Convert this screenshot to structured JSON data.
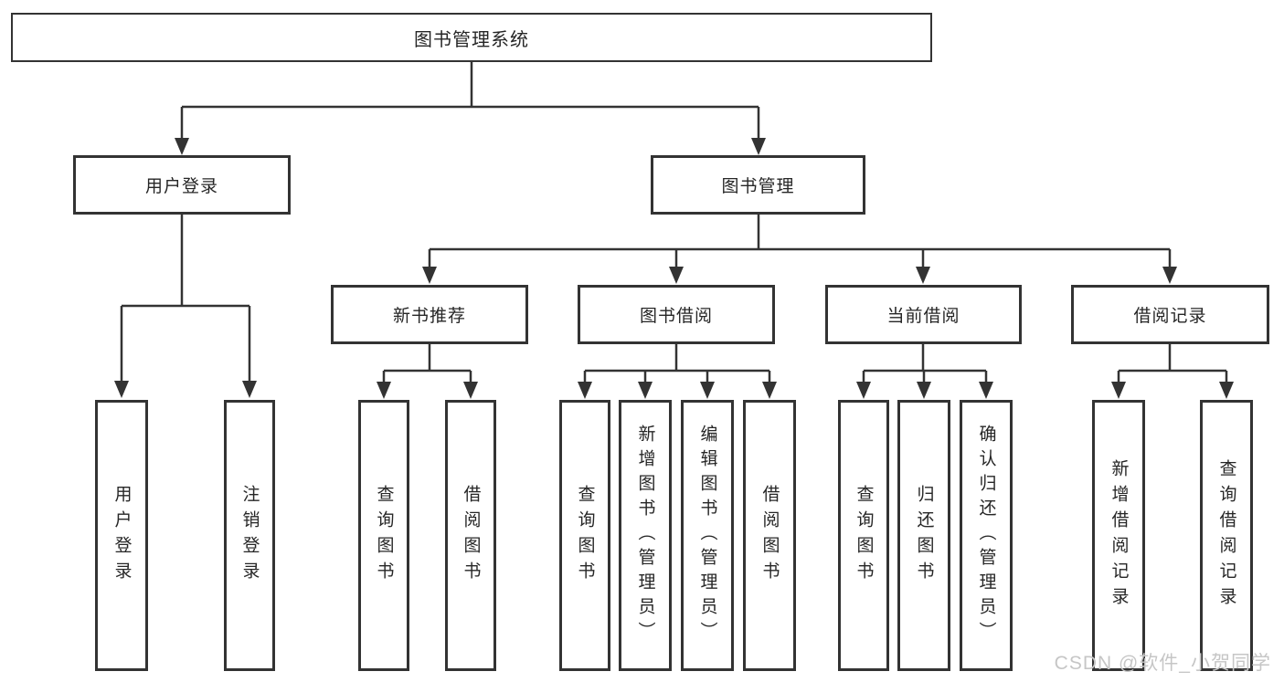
{
  "diagram": {
    "root": {
      "label": "图书管理系统",
      "children": [
        {
          "label": "用户登录",
          "children": [
            {
              "label": "用户登录"
            },
            {
              "label": "注销登录"
            }
          ]
        },
        {
          "label": "图书管理",
          "children": [
            {
              "label": "新书推荐",
              "children": [
                {
                  "label": "查询图书"
                },
                {
                  "label": "借阅图书"
                }
              ]
            },
            {
              "label": "图书借阅",
              "children": [
                {
                  "label": "查询图书"
                },
                {
                  "label": "新增图书（管理员）"
                },
                {
                  "label": "编辑图书（管理员）"
                },
                {
                  "label": "借阅图书"
                }
              ]
            },
            {
              "label": "当前借阅",
              "children": [
                {
                  "label": "查询图书"
                },
                {
                  "label": "归还图书"
                },
                {
                  "label": "确认归还（管理员）"
                }
              ]
            },
            {
              "label": "借阅记录",
              "children": [
                {
                  "label": "新增借阅记录"
                },
                {
                  "label": "查询借阅记录"
                }
              ]
            }
          ]
        }
      ]
    }
  },
  "watermark": {
    "text": "CSDN @软件_小贺同学"
  },
  "colors": {
    "line": "#333333",
    "text": "#262626",
    "box_background": "#ffffff",
    "page_background": "#ffffff",
    "watermark": "#c6c6c6"
  }
}
